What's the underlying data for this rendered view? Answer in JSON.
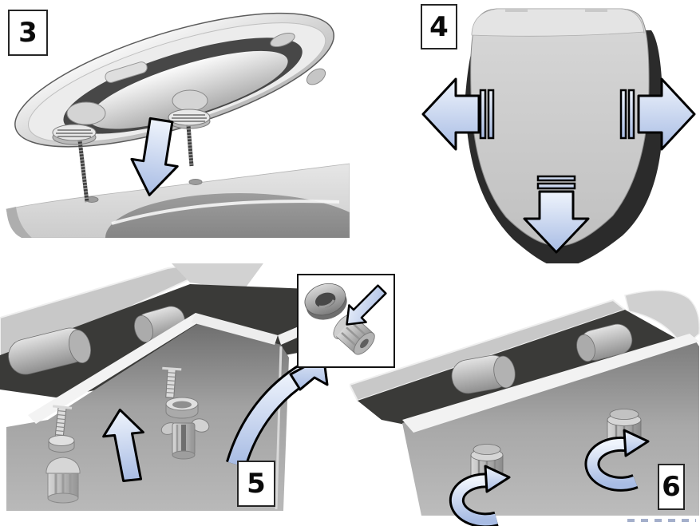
{
  "figure": {
    "steps": [
      {
        "label": "3"
      },
      {
        "label": "4"
      },
      {
        "label": "5"
      },
      {
        "label": "6"
      }
    ]
  },
  "colors": {
    "arrow_light": "#eff4fc",
    "arrow_blue": "#a8bce4",
    "outline": "#000000",
    "step_border": "#262626",
    "ceramic_light": "#dcdcdc",
    "ceramic_mid": "#b5b5b5",
    "dark_slot": "#3a3a38"
  }
}
